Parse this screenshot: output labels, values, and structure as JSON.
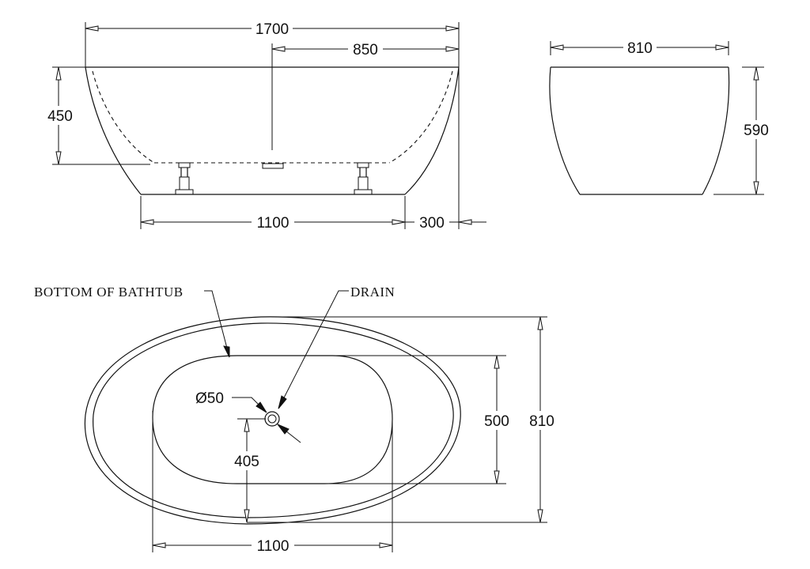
{
  "side_view": {
    "overall_length": "1700",
    "half_length": "850",
    "depth": "450",
    "base_length": "1100",
    "overhang": "300"
  },
  "end_view": {
    "width": "810",
    "height": "590"
  },
  "plan_view": {
    "bottom_label": "BOTTOM OF BATHTUB",
    "drain_label": "DRAIN",
    "drain_diameter": "Ø50",
    "drain_offset": "405",
    "bottom_width": "500",
    "overall_width": "810",
    "bottom_length": "1100"
  }
}
